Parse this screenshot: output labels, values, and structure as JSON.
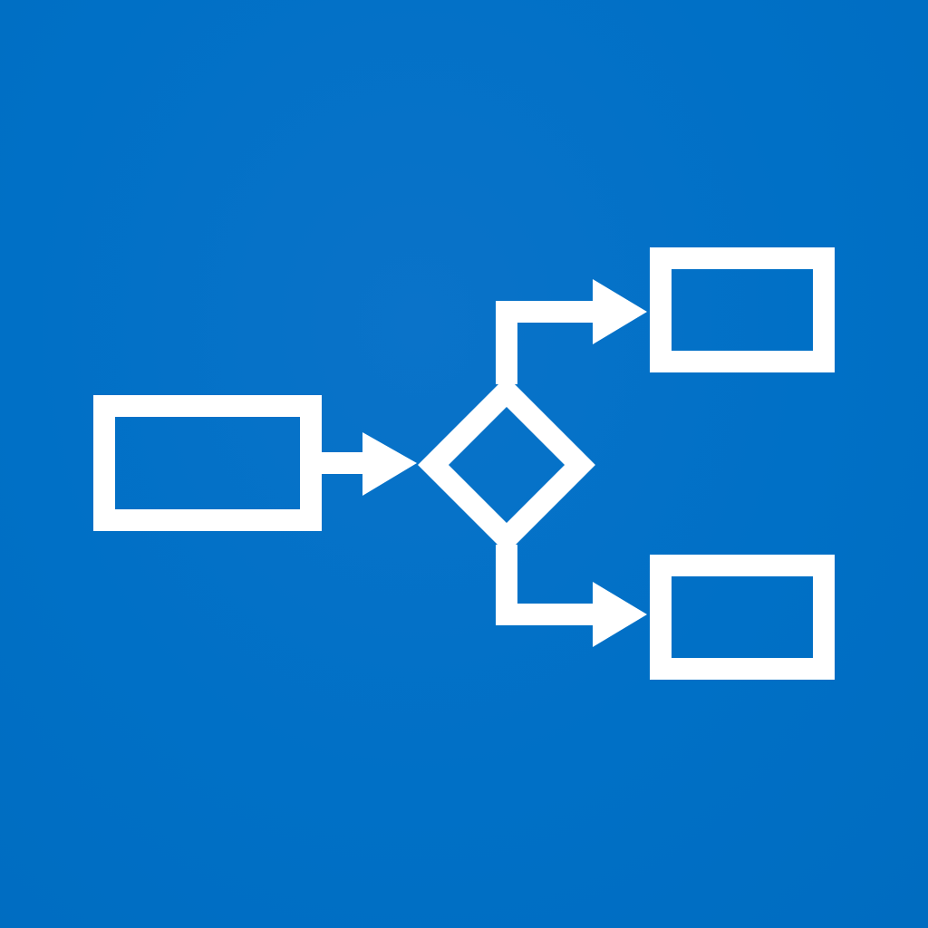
{
  "colors": {
    "background": "#0070c6",
    "foreground": "#ffffff"
  },
  "diagram": {
    "type": "flowchart",
    "nodes": [
      {
        "id": "start-box",
        "kind": "process",
        "label": ""
      },
      {
        "id": "decision",
        "kind": "decision",
        "label": ""
      },
      {
        "id": "top-box",
        "kind": "process",
        "label": ""
      },
      {
        "id": "bottom-box",
        "kind": "process",
        "label": ""
      }
    ],
    "edges": [
      {
        "from": "start-box",
        "to": "decision"
      },
      {
        "from": "decision",
        "to": "top-box"
      },
      {
        "from": "decision",
        "to": "bottom-box"
      }
    ]
  }
}
